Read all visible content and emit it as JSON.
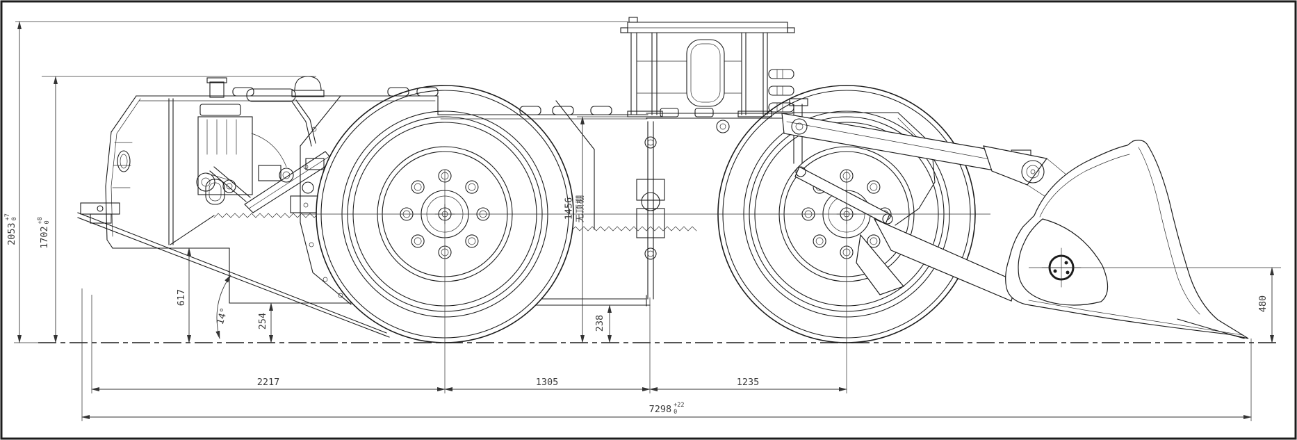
{
  "meta": {
    "description": "Side-view engineering drawing of an underground LHD wheel loader with overall dimensions",
    "units": "mm",
    "line_color": "#1c1c1c",
    "background_color": "#ffffff"
  },
  "dimensions": {
    "overall_height": {
      "value": "2053",
      "tol_upper": "+7",
      "tol_lower": "0"
    },
    "body_height": {
      "value": "1702",
      "tol_upper": "+8",
      "tol_lower": "0"
    },
    "rear_frame_height": {
      "value": "617"
    },
    "departure_angle": {
      "value": "14°"
    },
    "rear_ground_clearance": {
      "value": "254"
    },
    "mid_ground_clearance": {
      "value": "238"
    },
    "height_no_canopy": {
      "value": "1456",
      "note": "无顶棚"
    },
    "bucket_hinge_height": {
      "value": "480"
    },
    "rear_overhang": {
      "value": "2217"
    },
    "rear_axle_to_hinge": {
      "value": "1305"
    },
    "hinge_to_front_axle": {
      "value": "1235"
    },
    "overall_length": {
      "value": "7298",
      "tol_upper": "+22",
      "tol_lower": "0"
    }
  }
}
